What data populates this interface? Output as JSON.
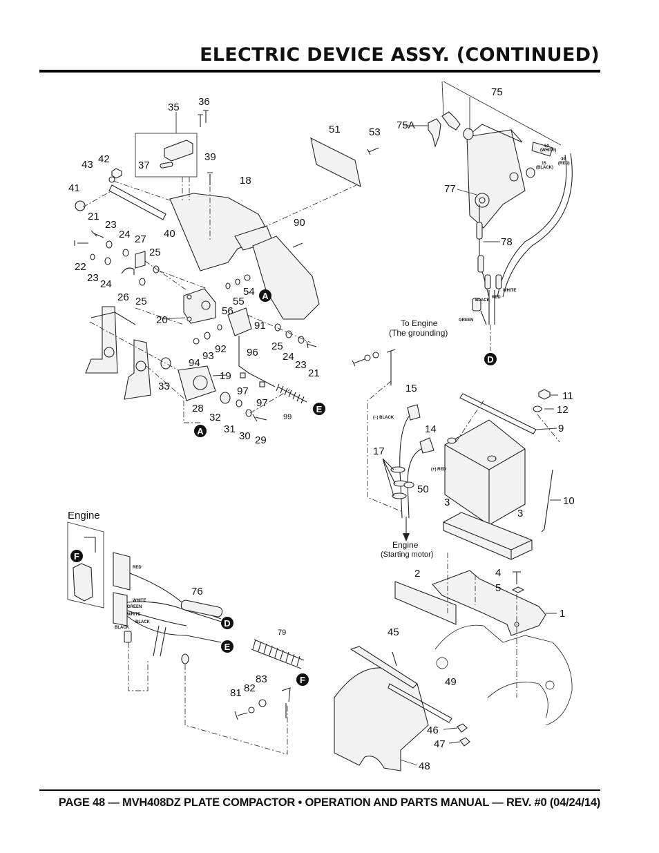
{
  "page_title": "ELECTRIC DEVICE ASSY. (CONTINUED)",
  "footer": "PAGE 48 — MVH408DZ PLATE COMPACTOR • OPERATION AND PARTS MANUAL — REV. #0 (04/24/14)",
  "callouts": {
    "n35": "35",
    "n36": "36",
    "n37": "37",
    "n39": "39",
    "n18": "18",
    "n51": "51",
    "n53": "53",
    "n75": "75",
    "n75A": "75A",
    "n77": "77",
    "n78": "78",
    "n43": "43",
    "n42": "42",
    "n41": "41",
    "n40": "40",
    "n21a": "21",
    "n23a": "23",
    "n24a": "24",
    "n27": "27",
    "n25a": "25",
    "n22": "22",
    "n23b": "23",
    "n24b": "24",
    "n26": "26",
    "n25b": "25",
    "n90": "90",
    "n54": "54",
    "n55": "55",
    "n56": "56",
    "n20": "20",
    "n91": "91",
    "n25c": "25",
    "n24c": "24",
    "n23c": "23",
    "n21b": "21",
    "n96": "96",
    "n92": "92",
    "n93": "93",
    "n94": "94",
    "n19": "19",
    "n33": "33",
    "n28": "28",
    "n32": "32",
    "n31": "31",
    "n30": "30",
    "n29": "29",
    "n97a": "97",
    "n97b": "97",
    "n99": "99",
    "n15": "15",
    "n14": "14",
    "n17": "17",
    "n50": "50",
    "n11": "11",
    "n12": "12",
    "n9": "9",
    "n10": "10",
    "n3a": "3",
    "n3b": "3",
    "n2": "2",
    "n4": "4",
    "n5": "5",
    "n1": "1",
    "n76": "76",
    "n79": "79",
    "n83": "83",
    "n82": "82",
    "n81": "81",
    "n45": "45",
    "n49": "49",
    "n46": "46",
    "n47": "47",
    "n48": "48"
  },
  "ref_markers": {
    "a1": "A",
    "a2": "A",
    "d1": "D",
    "d2": "D",
    "e1": "E",
    "e2": "E",
    "f1": "F",
    "f2": "F"
  },
  "notes": {
    "to_engine": "To Engine",
    "grounding": "(The grounding)",
    "engine_label": "Engine",
    "engine_bottom": "Engine",
    "starting_motor": "(Starting motor)",
    "neg_black": "(−) BLACK",
    "pos_red": "(+) RED"
  },
  "wire_tags": {
    "w50": "50",
    "w50c": "(WHITE)",
    "w30": "30",
    "w30c": "(RED)",
    "w15": "15",
    "w15c": "(BLACK)",
    "white1": "WHITE",
    "black1": "BLACK",
    "red1": "RED",
    "green1": "GREEN",
    "red2": "RED",
    "white2": "WHITE",
    "green2": "GREEN",
    "white3": "WHITE",
    "black2": "BLACK",
    "black3": "BLACK"
  }
}
